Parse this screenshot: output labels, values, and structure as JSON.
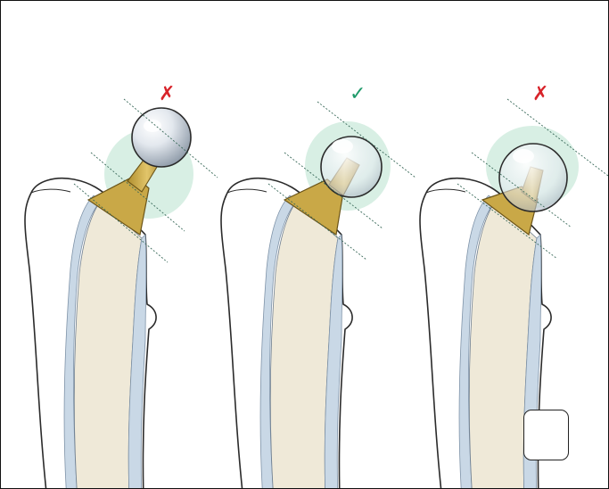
{
  "panels": [
    {
      "id": "left",
      "mark": "✗",
      "verdict": "incorrect"
    },
    {
      "id": "middle",
      "mark": "✓",
      "verdict": "correct"
    },
    {
      "id": "right",
      "mark": "✗",
      "verdict": "incorrect"
    }
  ],
  "colors": {
    "bad": "#d8232a",
    "good": "#1e9a6a",
    "bone_fill": "#ffffff",
    "bone_outline": "#2b2b2b",
    "canal_fill": "#efe9d8",
    "cortex_blue": "#c9d8e6",
    "implant_gold": "#c9a847",
    "implant_gold_dark": "#8f7326",
    "head_silver": "#dfe5ec",
    "halo_green": "#a8dcc4"
  },
  "checkbox": {
    "checked": false
  }
}
